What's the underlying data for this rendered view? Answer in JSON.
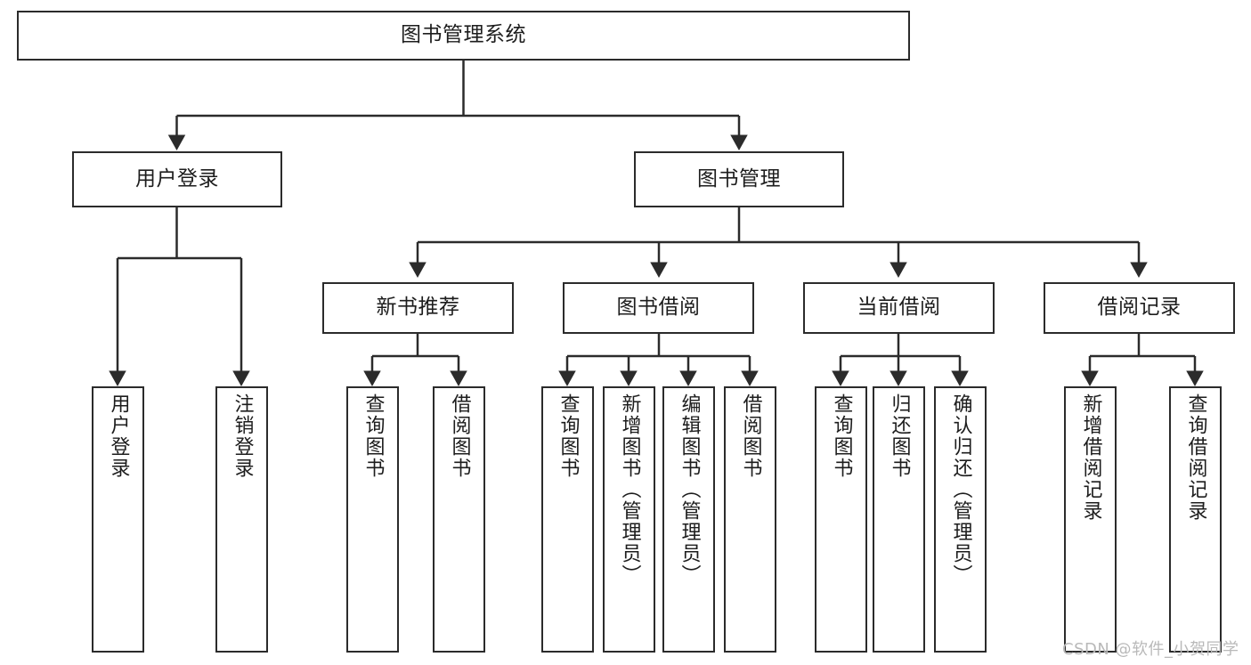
{
  "diagram": {
    "type": "hierarchy-tree",
    "title": "图书管理系统",
    "watermark": "CSDN @软件_小贺同学",
    "colors": {
      "stroke": "#2b2b2b",
      "fill": "#ffffff",
      "text": "#1d1d1d",
      "watermark": "#b9b9b9"
    },
    "nodes": {
      "root": {
        "label": "图书管理系统"
      },
      "level1": [
        {
          "id": "user-login",
          "label": "用户登录"
        },
        {
          "id": "book-manage",
          "label": "图书管理"
        }
      ],
      "level2": [
        {
          "id": "new-book-recommend",
          "label": "新书推荐"
        },
        {
          "id": "book-borrow",
          "label": "图书借阅"
        },
        {
          "id": "current-borrow",
          "label": "当前借阅"
        },
        {
          "id": "borrow-record",
          "label": "借阅记录"
        }
      ],
      "leaves": {
        "user-login": [
          {
            "id": "leaf-user-login",
            "label": "用户登录"
          },
          {
            "id": "leaf-user-logout",
            "label": "注销登录"
          }
        ],
        "new-book-recommend": [
          {
            "id": "leaf-query-book-1",
            "label": "查询图书"
          },
          {
            "id": "leaf-borrow-book-1",
            "label": "借阅图书"
          }
        ],
        "book-borrow": [
          {
            "id": "leaf-query-book-2",
            "label": "查询图书"
          },
          {
            "id": "leaf-add-book",
            "label": "新增图书（管理员）"
          },
          {
            "id": "leaf-edit-book",
            "label": "编辑图书（管理员）"
          },
          {
            "id": "leaf-borrow-book-2",
            "label": "借阅图书"
          }
        ],
        "current-borrow": [
          {
            "id": "leaf-query-book-3",
            "label": "查询图书"
          },
          {
            "id": "leaf-return-book",
            "label": "归还图书"
          },
          {
            "id": "leaf-confirm-return",
            "label": "确认归还（管理员）"
          }
        ],
        "borrow-record": [
          {
            "id": "leaf-add-record",
            "label": "新增借阅记录"
          },
          {
            "id": "leaf-query-record",
            "label": "查询借阅记录"
          }
        ]
      }
    }
  }
}
